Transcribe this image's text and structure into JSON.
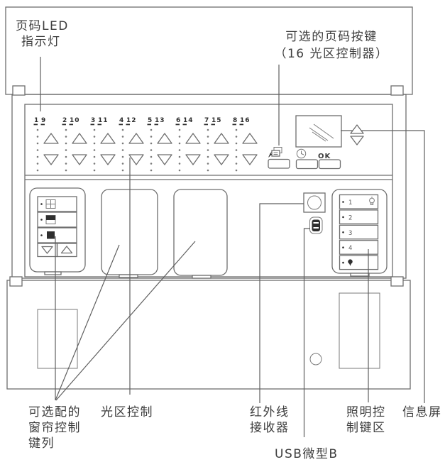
{
  "figure": {
    "annotations": {
      "page_led_line1": "页码LED",
      "page_led_line2": "指示灯",
      "page_buttons_line1": "可选的页码按键",
      "page_buttons_line2": "（16 光区控制器）",
      "curtain_line1": "可选配的",
      "curtain_line2": "窗帘控制",
      "curtain_line3": "键列",
      "zone_control": "光区控制",
      "ir_line1": "红外线",
      "ir_line2": "接收器",
      "usb": "USB微型B",
      "lighting_line1": "照明控",
      "lighting_line2": "制键区",
      "info_screen": "信息屏"
    },
    "panel": {
      "zone_pairs": [
        [
          "1",
          "9"
        ],
        [
          "2",
          "10"
        ],
        [
          "3",
          "11"
        ],
        [
          "4",
          "12"
        ],
        [
          "5",
          "13"
        ],
        [
          "6",
          "14"
        ],
        [
          "7",
          "15"
        ],
        [
          "8",
          "16"
        ]
      ],
      "ok_label": "OK",
      "lighting_button_numbers": [
        "1",
        "2",
        "3",
        "4"
      ]
    },
    "colors": {
      "line": "#6e6e6e",
      "leader": "#5f5f5f",
      "text": "#3d3d3d",
      "dark_fill": "#2f2f2f"
    }
  }
}
